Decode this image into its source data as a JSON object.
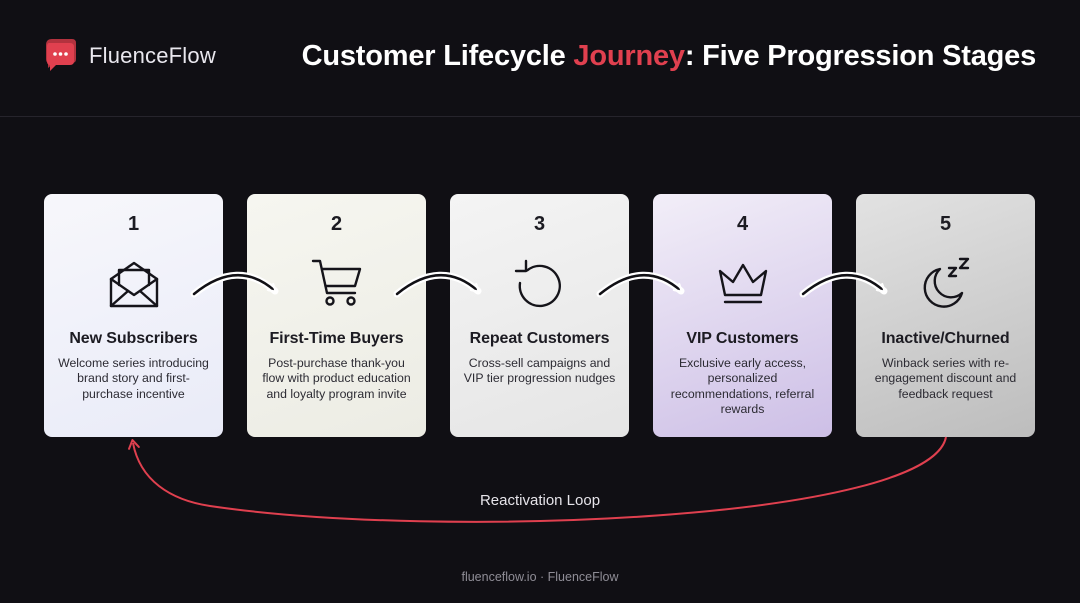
{
  "brand": {
    "name": "FluenceFlow",
    "color": "#e0404f"
  },
  "title": {
    "before": "Customer Lifecycle ",
    "accent": "Journey",
    "after": ": Five Progression Stages",
    "accent_color": "#e0404f"
  },
  "stages": [
    {
      "number": "1",
      "name": "New Subscribers",
      "description": "Welcome series introducing brand story and first-purchase incentive",
      "icon": "envelope-icon"
    },
    {
      "number": "2",
      "name": "First-Time Buyers",
      "description": "Post-purchase thank-you flow with product education and loyalty program invite",
      "icon": "shopping-cart-icon"
    },
    {
      "number": "3",
      "name": "Repeat Customers",
      "description": "Cross-sell campaigns and VIP tier progression nudges",
      "icon": "refresh-icon"
    },
    {
      "number": "4",
      "name": "VIP Customers",
      "description": "Exclusive early access, personalized recommendations, referral rewards",
      "icon": "crown-icon"
    },
    {
      "number": "5",
      "name": "Inactive/Churned",
      "description": "Winback series with re-engagement discount and feedback request",
      "icon": "moon-sleep-icon"
    }
  ],
  "loop": {
    "label": "Reactivation Loop",
    "color": "#e0404f"
  },
  "footer": "fluenceflow.io · FluenceFlow"
}
